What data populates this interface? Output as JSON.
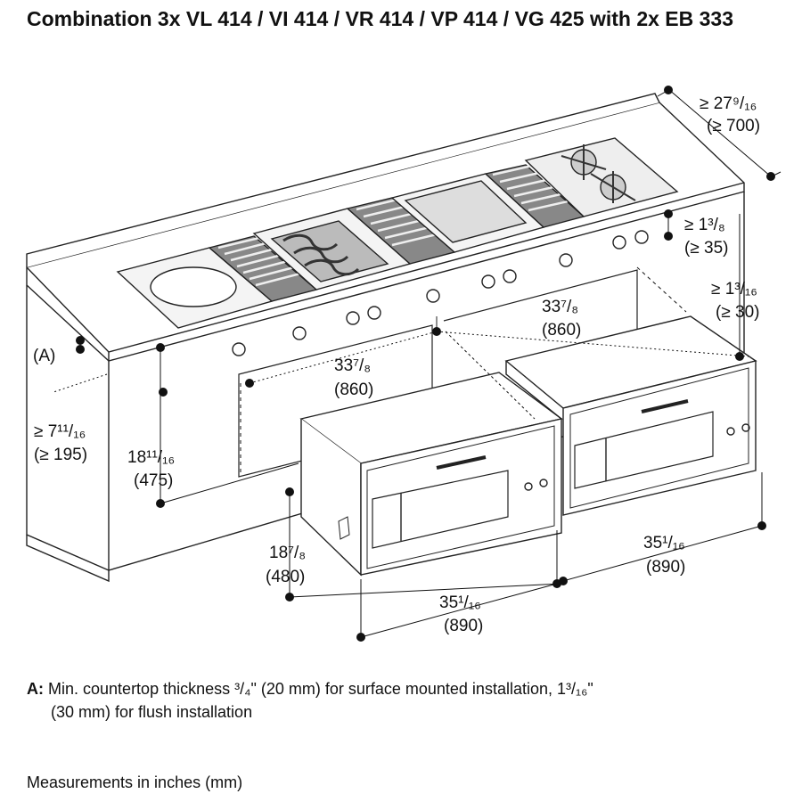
{
  "title": "Combination 3x VL 414 / VI 414 / VR 414 / VP 414 / VG 425 with 2x EB 333",
  "dimensions": {
    "depth_rear": {
      "value": "≥ 27⁹/₁₆",
      "mm": "(≥ 700)"
    },
    "rear_offset": {
      "value": "≥ 1³/₈",
      "mm": "(≥ 35)"
    },
    "gap": {
      "value": "≥ 1³/₁₆",
      "mm": "(≥ 30)"
    },
    "cutout_right": {
      "value": "33⁷/₈",
      "mm": "(860)"
    },
    "cutout_left": {
      "value": "33⁷/₈",
      "mm": "(860)"
    },
    "countertop_label": "(A)",
    "below_counter": {
      "value": "≥ 7¹¹/₁₆",
      "mm": "(≥ 195)"
    },
    "niche_height": {
      "value": "18¹¹/₁₆",
      "mm": "(475)"
    },
    "drawer_depth": {
      "value": "18⁷/₈",
      "mm": "(480)"
    },
    "drawer_width_left": {
      "value": "35¹/₁₆",
      "mm": "(890)"
    },
    "drawer_width_right": {
      "value": "35¹/₁₆",
      "mm": "(890)"
    }
  },
  "note": {
    "label": "A:",
    "line1": "Min. countertop thickness ³/₄\" (20 mm) for surface mounted installation, 1³/₁₆\"",
    "line2": "(30 mm) for flush installation"
  },
  "units_note": "Measurements in inches (mm)"
}
